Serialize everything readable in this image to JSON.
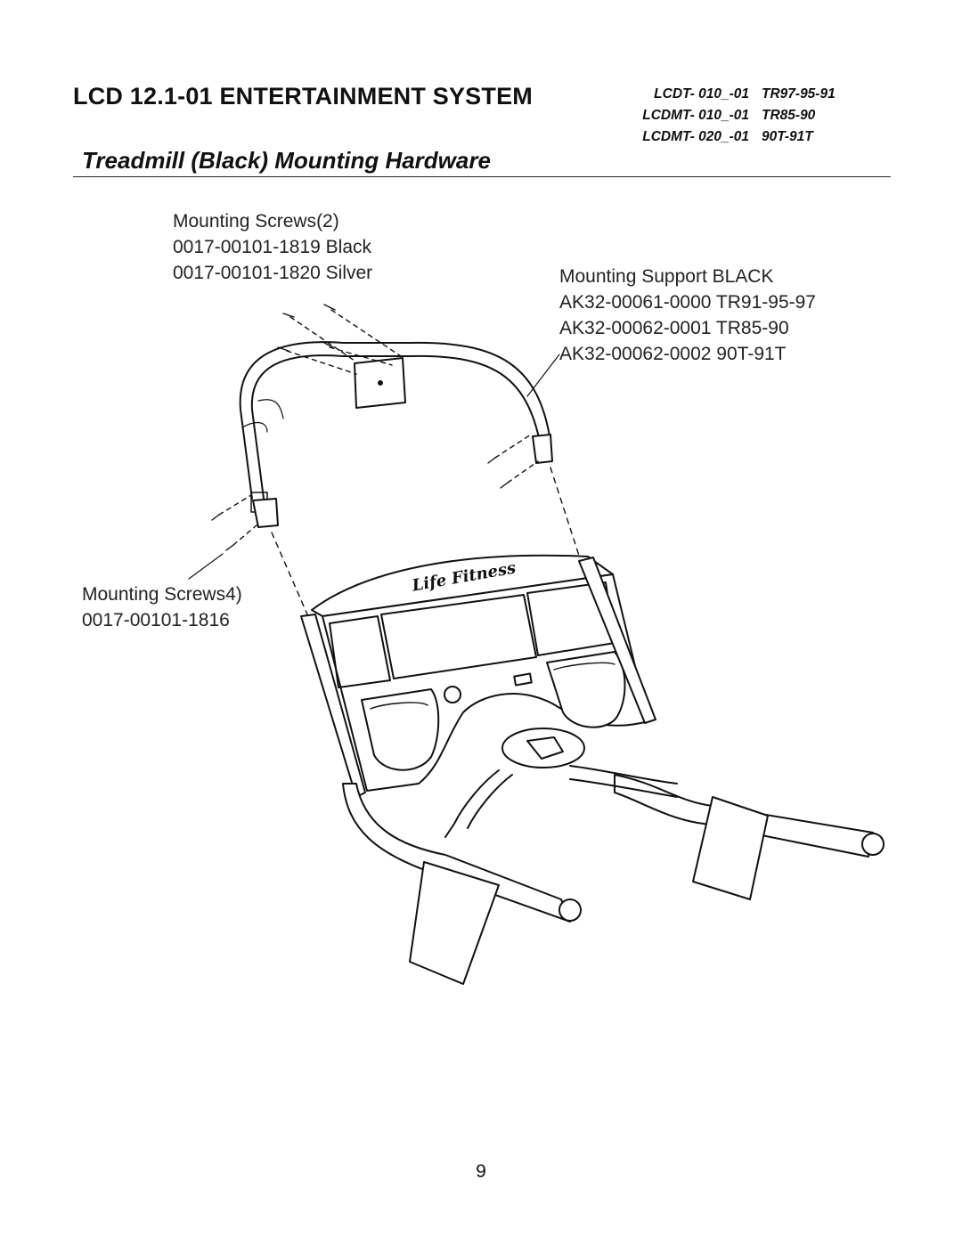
{
  "header": {
    "title": "LCD 12.1-01 ENTERTAINMENT SYSTEM",
    "subtitle": "Treadmill (Black) Mounting Hardware",
    "models": [
      {
        "code": "LCDT- 010_-01",
        "series": "TR97-95-91"
      },
      {
        "code": "LCDMT- 010_-01",
        "series": "TR85-90"
      },
      {
        "code": "LCDMT- 020_-01",
        "series": "90T-91T"
      }
    ]
  },
  "callouts": {
    "top_screws": {
      "lines": [
        "Mounting Screws(2)",
        "0017-00101-1819 Black",
        "0017-00101-1820 Silver"
      ]
    },
    "support": {
      "lines": [
        "Mounting Support BLACK",
        "AK32-00061-0000 TR91-95-97",
        "AK32-00062-0001 TR85-90",
        "AK32-00062-0002 90T-91T"
      ]
    },
    "side_screws": {
      "lines": [
        "Mounting Screws4)",
        "0017-00101-1816"
      ]
    }
  },
  "drawing": {
    "logo_text": "Life Fitness"
  },
  "footer": {
    "page_number": "9"
  }
}
